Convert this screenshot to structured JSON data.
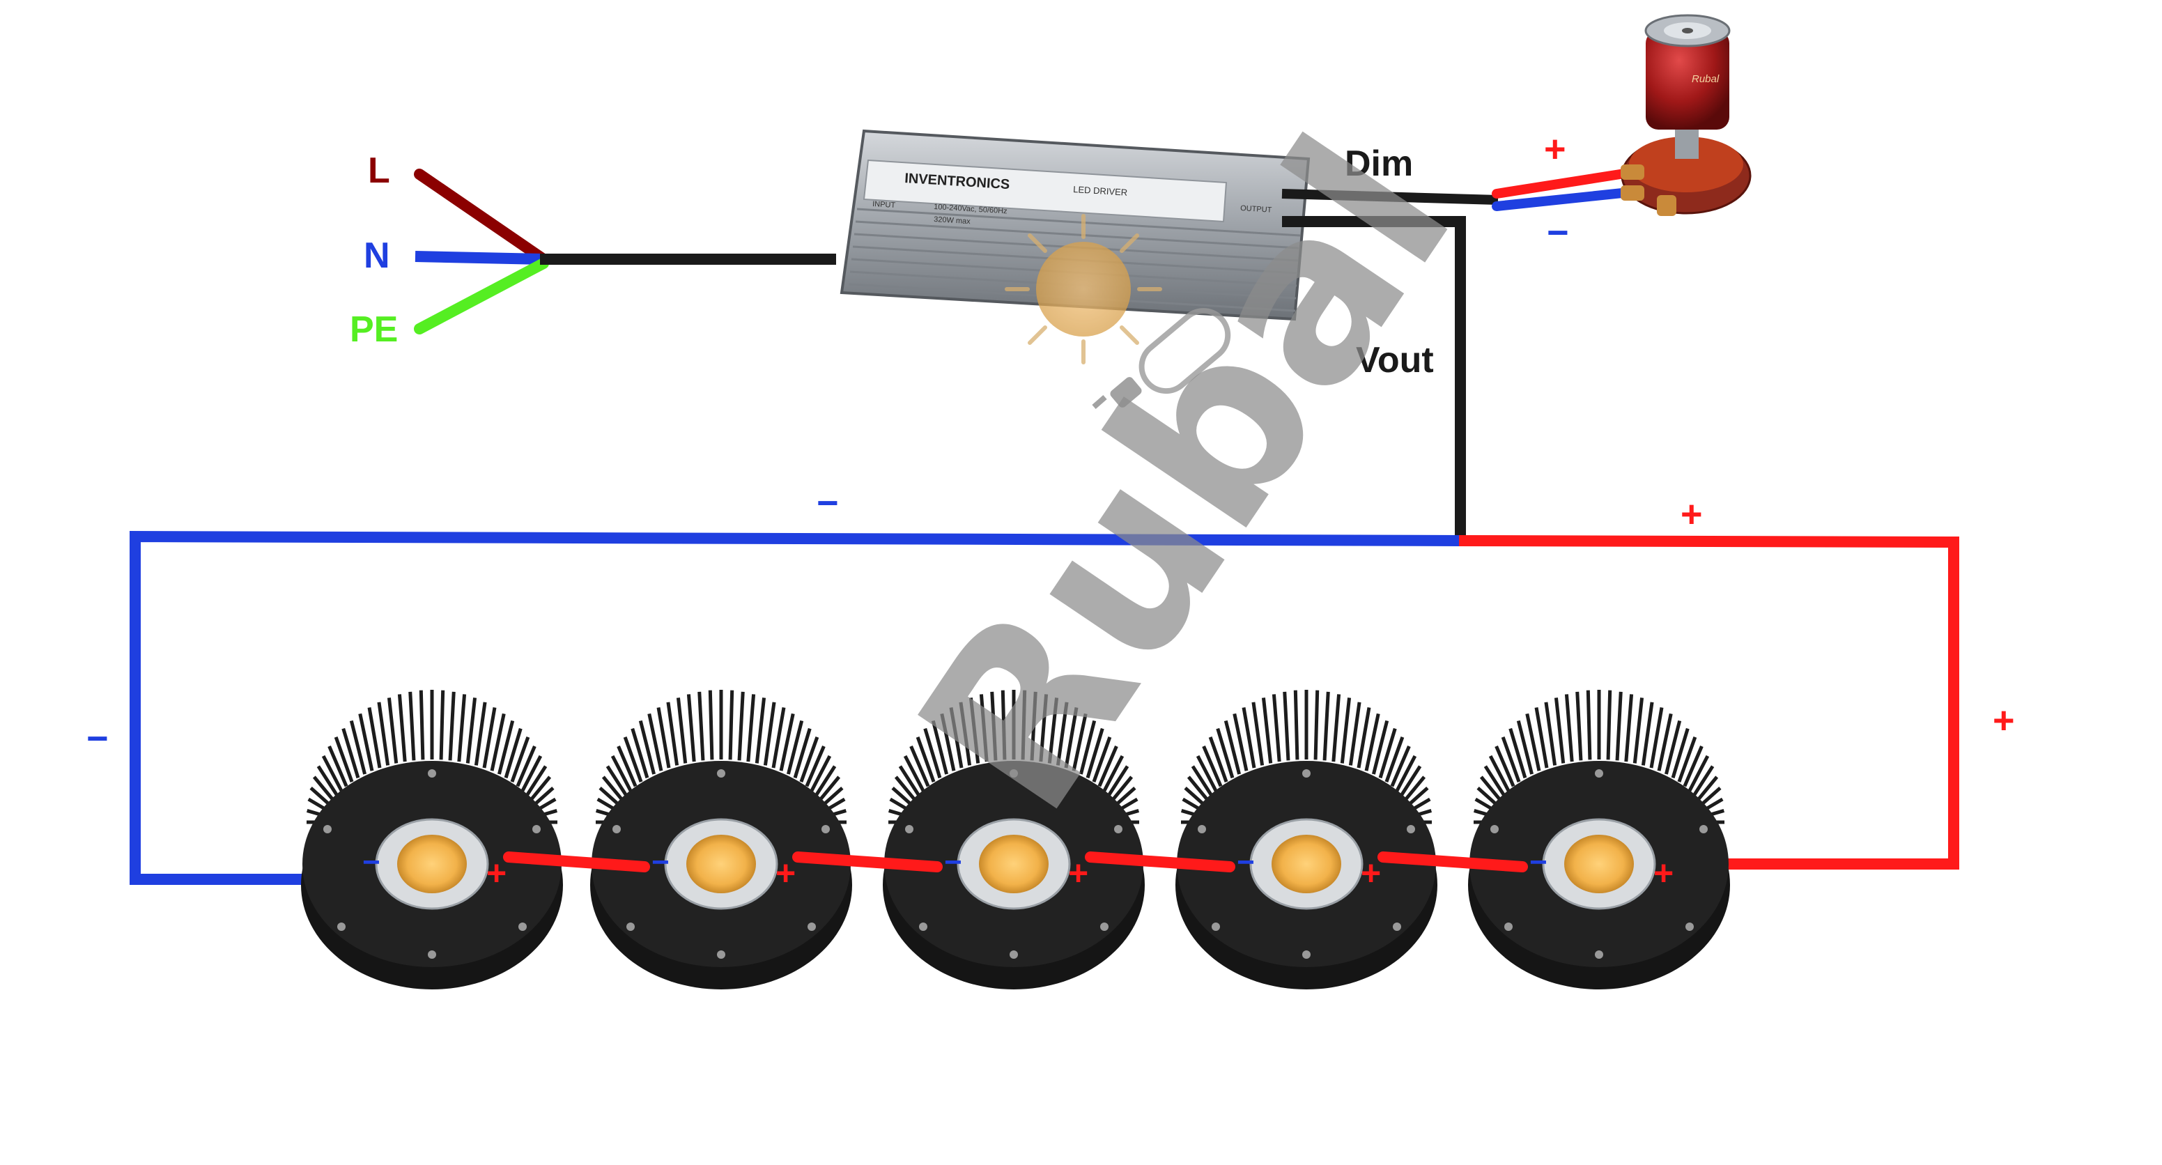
{
  "mains": {
    "L": "L",
    "N": "N",
    "PE": "PE"
  },
  "driver": {
    "brand": "INVENTRONICS",
    "type": "LED DRIVER",
    "input_label": "INPUT",
    "output_label": "OUTPUT",
    "input_spec": "100-240Vac, 50/60Hz",
    "output_spec": "320W max"
  },
  "labels": {
    "dim": "Dim",
    "vout": "Vout",
    "dim_plus": "+",
    "dim_minus": "−",
    "bus_minus_top": "−",
    "bus_minus_left": "−",
    "bus_plus_top": "+",
    "bus_plus_right": "+"
  },
  "potentiometer": {
    "brand": "Rubal"
  },
  "leds": [
    {
      "minus": "−",
      "plus": "+"
    },
    {
      "minus": "−",
      "plus": "+"
    },
    {
      "minus": "−",
      "plus": "+"
    },
    {
      "minus": "−",
      "plus": "+"
    },
    {
      "minus": "−",
      "plus": "+"
    }
  ],
  "watermark": "Rubal",
  "colors": {
    "line": "#8b0000",
    "neutral": "#1f3fe0",
    "earth": "#55ee22",
    "positive": "#ff1a1a",
    "negative": "#1f3fe0",
    "cable": "#1a1a1a",
    "label": "#1a1a1a",
    "watermark": "#8c8c8c"
  }
}
